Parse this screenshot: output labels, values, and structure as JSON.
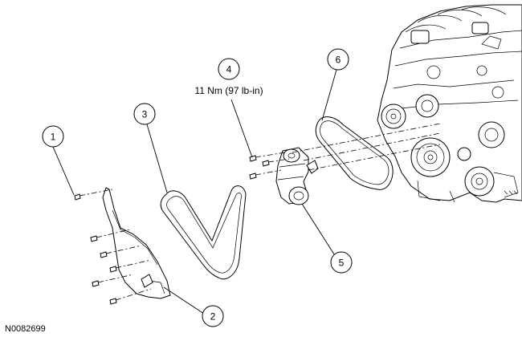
{
  "callouts": [
    {
      "id": "callout-1",
      "label": "1"
    },
    {
      "id": "callout-2",
      "label": "2"
    },
    {
      "id": "callout-3",
      "label": "3"
    },
    {
      "id": "callout-4",
      "label": "4"
    },
    {
      "id": "callout-5",
      "label": "5"
    },
    {
      "id": "callout-6",
      "label": "6"
    }
  ],
  "torque_spec": "11 Nm (97 lb-in)",
  "figure_id": "N0082699"
}
